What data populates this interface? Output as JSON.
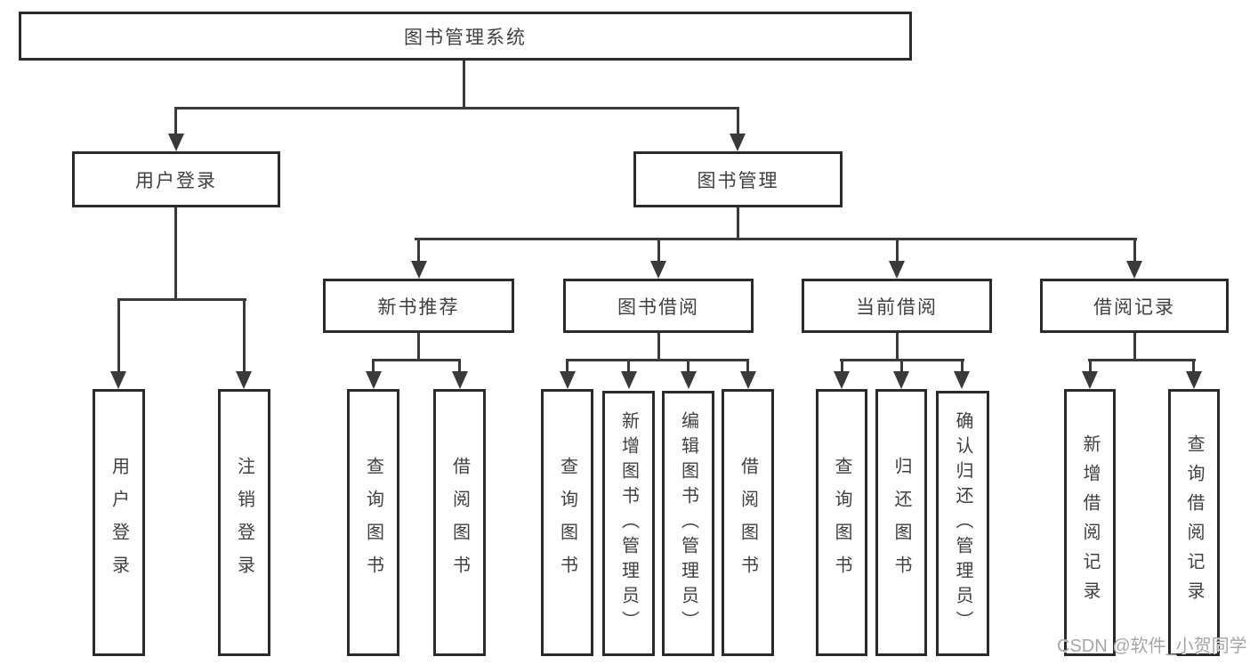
{
  "colors": {
    "line": "#3a3a3a",
    "border": "#2b2b2b",
    "text": "#404040",
    "watermark": "#a6a6a6",
    "bg": "#ffffff"
  },
  "nodes": {
    "root": "图书管理系统",
    "level2": {
      "user_login": "用户登录",
      "book_mgmt": "图书管理"
    },
    "level3": {
      "new_books": "新书推荐",
      "book_borrow": "图书借阅",
      "current_borrow": "当前借阅",
      "borrow_records": "借阅记录"
    },
    "leaves": {
      "user_login": [
        "用户登录",
        "注销登录"
      ],
      "new_books": [
        "查询图书",
        "借阅图书"
      ],
      "book_borrow": [
        "查询图书",
        "新增图书（管理员）",
        "编辑图书（管理员）",
        "借阅图书"
      ],
      "current_borrow": [
        "查询图书",
        "归还图书",
        "确认归还（管理员）"
      ],
      "borrow_records": [
        "新增借阅记录",
        "查询借阅记录"
      ]
    }
  },
  "watermark": "CSDN @软件_小贺同学"
}
